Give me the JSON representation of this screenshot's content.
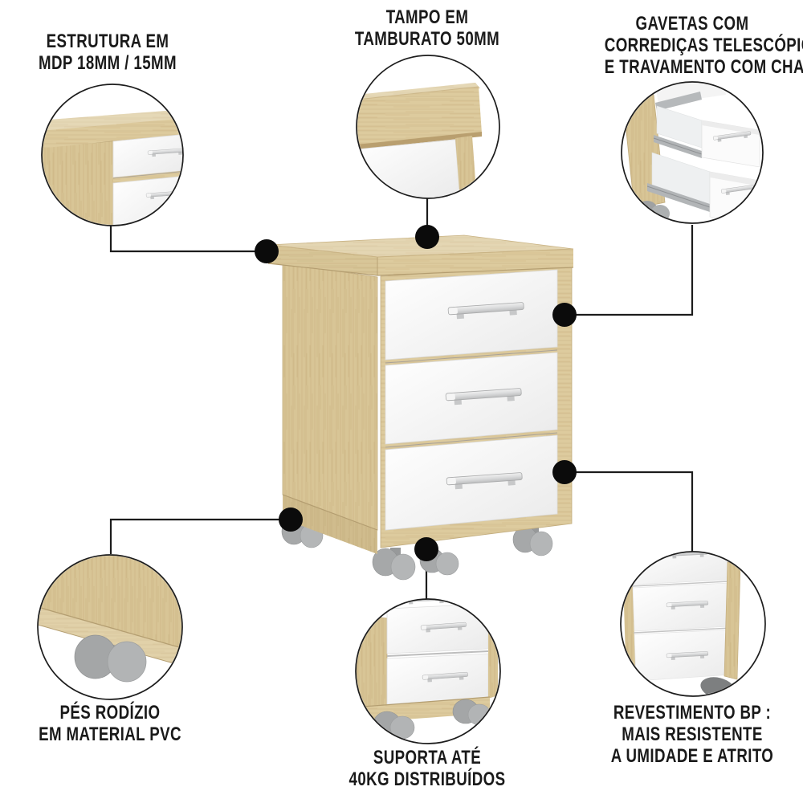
{
  "page": {
    "background": "#ffffff",
    "language": "pt-BR",
    "description_visible_subject": "3-drawer mobile cabinet infographic with six zoom callouts"
  },
  "colors": {
    "text": "#1a1a1a",
    "callout_line": "#1c1c1c",
    "callout_dot": "#0b0b0b",
    "wood_light": "#ddcb9e",
    "wood_mid": "#d8c596",
    "wood_edge": "#b49e71",
    "drawer_white": "#f9f9f9",
    "handle_silver": "#d9dadb",
    "caster_gray": "#a6a8a9"
  },
  "product": {
    "drawer_count": 3
  },
  "callouts": [
    {
      "id": "estrutura",
      "lines": [
        "ESTRUTURA EM",
        "MDP 18MM / 15MM"
      ]
    },
    {
      "id": "tampo",
      "lines": [
        "TAMPO EM",
        "TAMBURATO 50MM"
      ]
    },
    {
      "id": "gavetas",
      "lines": [
        "GAVETAS COM",
        "CORREDIÇAS TELESCÓPICAS",
        "E TRAVAMENTO COM CHAVE"
      ]
    },
    {
      "id": "pes-rodizio",
      "lines": [
        "PÉS RODÍZIO",
        "EM MATERIAL PVC"
      ]
    },
    {
      "id": "suporta",
      "lines": [
        "SUPORTA ATÉ",
        "40KG DISTRIBUÍDOS"
      ]
    },
    {
      "id": "revestimento",
      "lines": [
        "REVESTIMENTO BP :",
        "MAIS RESISTENTE",
        "A UMIDADE E ATRITO"
      ]
    }
  ]
}
